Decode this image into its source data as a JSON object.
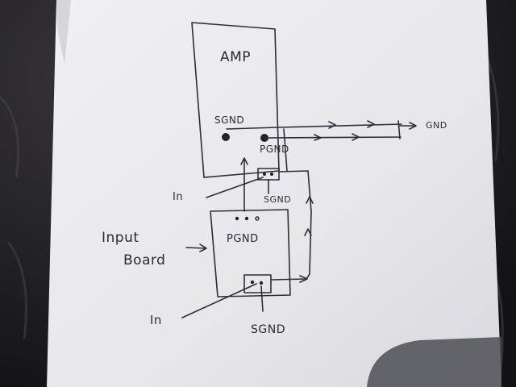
{
  "diagram": {
    "amp_label": "AMP",
    "sgnd_amp_label": "SGND",
    "pgnd_amp_label": "PGND",
    "gnd_label": "GND",
    "in_upper_label": "In",
    "sgnd_mid_label": "SGND",
    "input_board_line1": "Input",
    "input_board_line2": "Board",
    "pgnd_board_label": "PGND",
    "in_lower_label": "In",
    "sgnd_bottom_label": "SGND"
  },
  "colors": {
    "paper": "#e9e9ec",
    "ink": "#2e2d38",
    "background": "#1c1b1d"
  }
}
